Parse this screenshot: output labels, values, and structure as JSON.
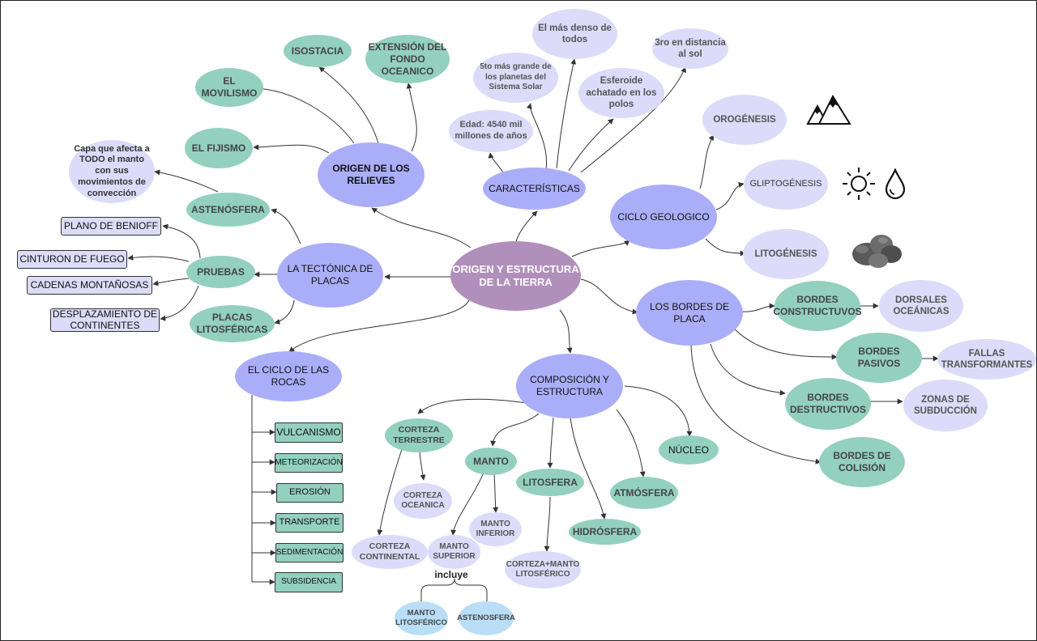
{
  "colors": {
    "central": "#b08fba",
    "primary": "#aaaef8",
    "secondary": "#93d0bd",
    "tertiary": "#dcdbf9",
    "sky": "#b9def5",
    "edge": "#333333"
  },
  "central": "ORIGEN Y ESTRUCTURA DE LA TIERRA",
  "origen_relieves": {
    "title": "ORIGEN DE LOS RELIEVES",
    "isostacia": "ISOSTACIA",
    "extension": "EXTENSIÓN DEL FONDO OCEANICO",
    "movilismo": "EL MOVILISMO",
    "fijismo": "EL FIJISMO"
  },
  "caracteristicas": {
    "title": "CARACTERÍSTICAS",
    "denso": "El más denso de todos",
    "tercero": "3ro en distancia al sol",
    "quinto": "5to más grande de los planetas del Sistema Solar",
    "esferoide": "Esferoide achatado en los polos",
    "edad": "Edad: 4540 mil millones de años"
  },
  "ciclo_geologico": {
    "title": "CICLO GEOLOGICO",
    "orogenesis": "OROGÉNESIS",
    "gliptogenesis": "GLIPTOGÉNESIS",
    "litogenesis": "LITOGÉNESIS",
    "icons": [
      "mountains-icon",
      "sun-icon",
      "water-drop-icon",
      "rocks-icon"
    ]
  },
  "tectonica": {
    "title": "LA TECTÓNICA DE PLACAS",
    "astenosfera": "ASTENÓSFERA",
    "astenosfera_note": "Capa que afecta a TODO el manto con sus movimientos de convección",
    "pruebas": "PRUEBAS",
    "placas": "PLACAS LITOSFÉRICAS",
    "evidencias": [
      "PLANO DE BENIOFF",
      "CINTURON DE FUEGO",
      "CADENAS MONTAÑOSAS",
      "DESPLAZAMIENTO DE CONTINENTES"
    ]
  },
  "bordes": {
    "title": "LOS BORDES DE PLACA",
    "constructivos": "BORDES CONSTRUCTUVOS",
    "dorsales": "DORSALES OCEÁNICAS",
    "pasivos": "BORDES PASIVOS",
    "fallas": "FALLAS TRANSFORMANTES",
    "destructivos": "BORDES DESTRUCTIVOS",
    "subduccion": "ZONAS DE SUBDUCCIÓN",
    "colision": "BORDES DE COLISIÓN"
  },
  "ciclo_rocas": {
    "title": "EL CICLO DE LAS ROCAS",
    "steps": [
      "VULCANISMO",
      "METEORIZACIÓN",
      "EROSIÓN",
      "TRANSPORTE",
      "SEDIMENTACIÓN",
      "SUBSIDENCIA"
    ]
  },
  "composicion": {
    "title": "COMPOSICIÓN Y ESTRUCTURA",
    "corteza_terrestre": "CORTEZA TERRESTRE",
    "corteza_oceanica": "CORTEZA OCEANICA",
    "corteza_continental": "CORTEZA CONTINENTAL",
    "manto": "MANTO",
    "manto_inferior": "MANTO INFERIOR",
    "manto_superior": "MANTO SUPERIOR",
    "incluye": "incluye",
    "manto_litosferico": "MANTO LITOSFÉRICO",
    "astenosfera": "ASTENOSFERA",
    "litosfera": "LITOSFERA",
    "corteza_manto": "CORTEZA+MANTO LITOSFÉRICO",
    "hidrosfera": "HIDRÓSFERA",
    "atmosfera": "ATMÓSFERA",
    "nucleo": "NÚCLEO"
  }
}
